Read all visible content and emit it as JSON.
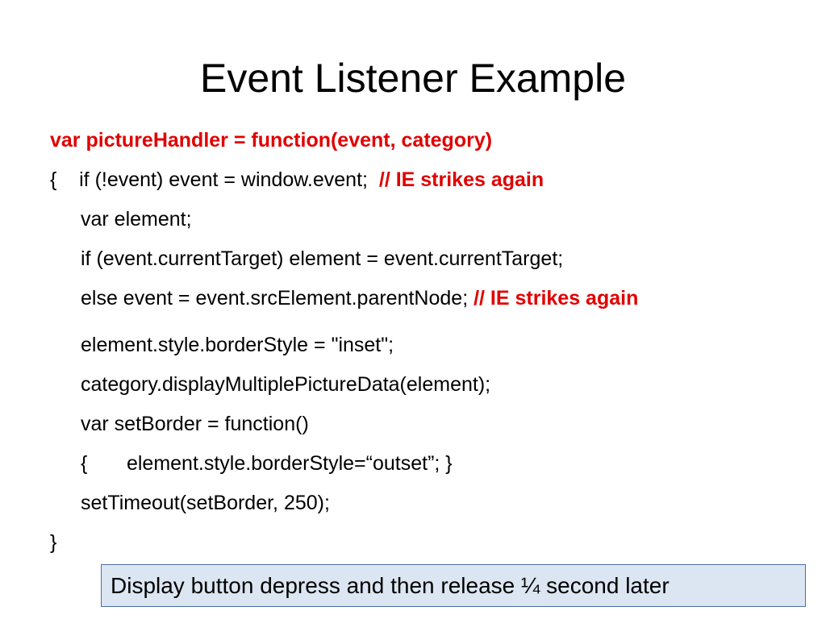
{
  "slide": {
    "title": "Event Listener Example",
    "code": {
      "line1": "var pictureHandler = function(event, category)",
      "line2_prefix": "{    if (!event) event = window.event;  ",
      "line2_comment": "// IE strikes again",
      "line3": "var element;",
      "line4": "if (event.currentTarget) element = event.currentTarget;",
      "line5_prefix": "else event = event.srcElement.parentNode; ",
      "line5_comment": "// IE strikes again",
      "line6": "element.style.borderStyle = \"inset\";",
      "line7": "category.displayMultiplePictureData(element);",
      "line8": "var setBorder = function()",
      "line9": "{       element.style.borderStyle=“outset”; }",
      "line10": "setTimeout(setBorder, 250);",
      "line11": "}"
    },
    "note": "Display button depress and then release ¼ second later"
  },
  "colors": {
    "comment_red": "#e00000",
    "note_fill": "#dce6f2",
    "note_border": "#4a6fa5"
  }
}
